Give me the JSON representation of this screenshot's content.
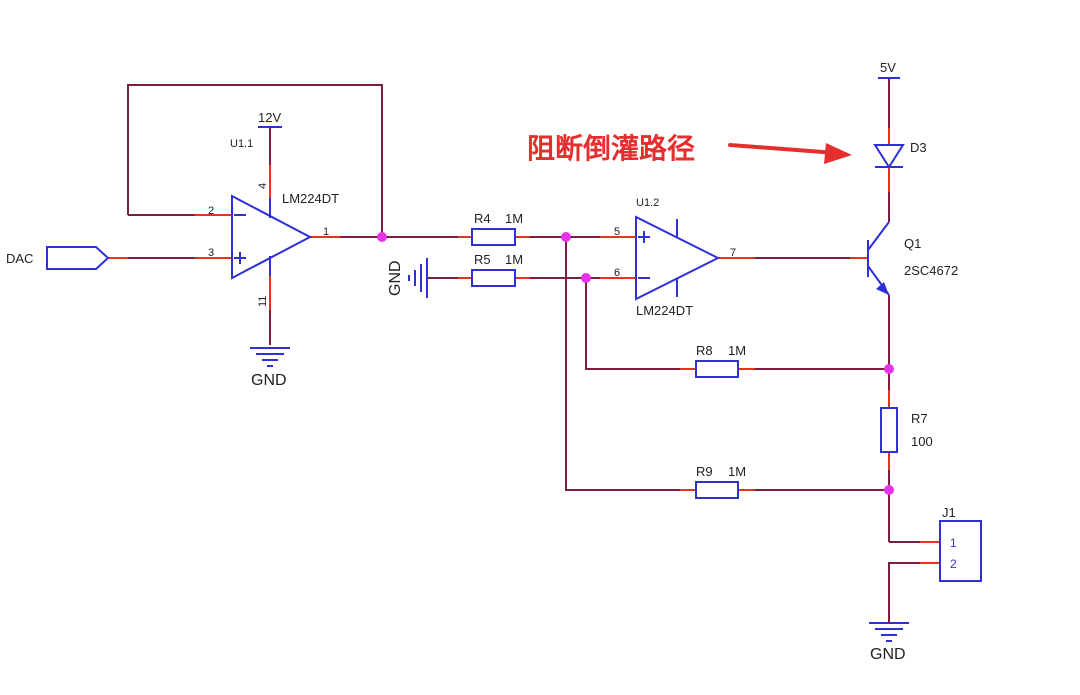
{
  "annotation": {
    "text": "阻断倒灌路径",
    "color": "#e52e2e"
  },
  "colors": {
    "wire": "#7a1f3d",
    "pin": "#e53222",
    "component": "#2f2fd6",
    "junction": "#e832e8"
  },
  "ports": {
    "dac": "DAC"
  },
  "power": {
    "v12": "12V",
    "v5": "5V",
    "gnd1": "GND",
    "gnd2": "GND",
    "gnd3": "GND"
  },
  "u1_1": {
    "ref": "U1.1",
    "part": "LM224DT",
    "pin_plus": "3",
    "pin_minus": "2",
    "pin_out": "1",
    "pin_vcc": "4",
    "pin_gnd": "11"
  },
  "u1_2": {
    "ref": "U1.2",
    "part": "LM224DT",
    "pin_plus": "5",
    "pin_minus": "6",
    "pin_out": "7"
  },
  "resistors": {
    "r4": {
      "ref": "R4",
      "value": "1M"
    },
    "r5": {
      "ref": "R5",
      "value": "1M"
    },
    "r8": {
      "ref": "R8",
      "value": "1M"
    },
    "r9": {
      "ref": "R9",
      "value": "1M"
    },
    "r7": {
      "ref": "R7",
      "value": "100"
    }
  },
  "diode": {
    "ref": "D3"
  },
  "transistor": {
    "ref": "Q1",
    "part": "2SC4672"
  },
  "connector": {
    "ref": "J1",
    "pin1": "1",
    "pin2": "2"
  }
}
